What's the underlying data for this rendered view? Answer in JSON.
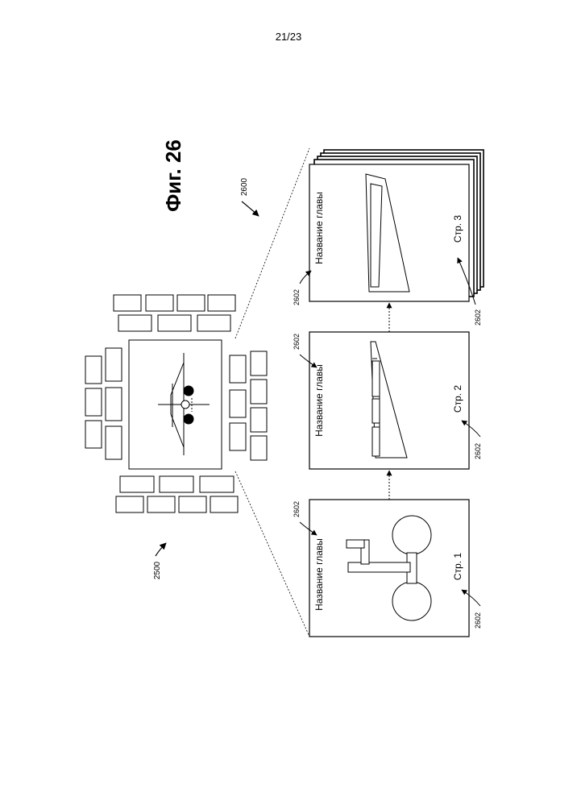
{
  "sheet": {
    "page_number": "21/23"
  },
  "figure": {
    "title": "Фиг. 26",
    "ref_figure": "2600",
    "ref_overview": "2500"
  },
  "pages": [
    {
      "chapter_label": "Название главы",
      "page_label": "Стр. 1",
      "ref_top": "2602",
      "ref_bottom": "2602",
      "content": "landing-gear"
    },
    {
      "chapter_label": "Название главы",
      "page_label": "Стр. 2",
      "ref_top": "2602",
      "ref_bottom": "2602",
      "content": "wing-sections"
    },
    {
      "chapter_label": "Название главы",
      "page_label": "Стр. 3",
      "ref_top": "2602",
      "ref_bottom": "2602",
      "content": "wing-outline"
    }
  ]
}
